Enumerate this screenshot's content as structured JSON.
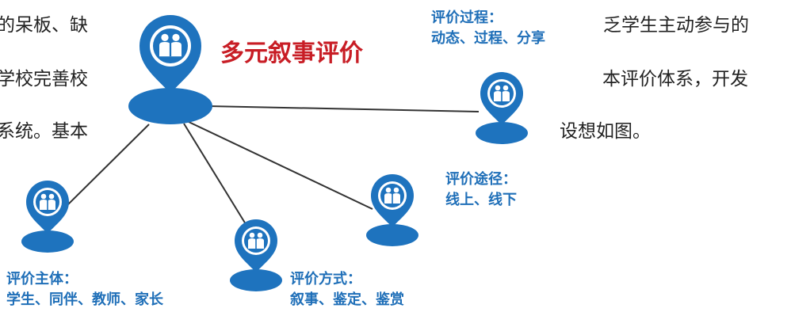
{
  "body_text": {
    "line1_left": "的呆板、缺",
    "line1_right": "乏学生主动参与的",
    "line2_left": "学校完善校",
    "line2_right": "本评价体系，开发",
    "line3_left": "系统。基本",
    "line3_right": "设想如图。"
  },
  "diagram": {
    "title": "多元叙事评价",
    "process": {
      "heading": "评价过程：",
      "detail": "动态、过程、分享"
    },
    "route": {
      "heading": "评价途径：",
      "detail": "线上、线下"
    },
    "subject": {
      "heading": "评价主体：",
      "detail": "学生、同伴、教师、家长"
    },
    "method": {
      "heading": "评价方式：",
      "detail": "叙事、鉴定、鉴赏"
    }
  },
  "colors": {
    "node_blue": "#1e73be",
    "title_red": "#c81d25",
    "label_blue": "#1f6fb8",
    "line": "#333333"
  },
  "icons": [
    "people-icon"
  ]
}
